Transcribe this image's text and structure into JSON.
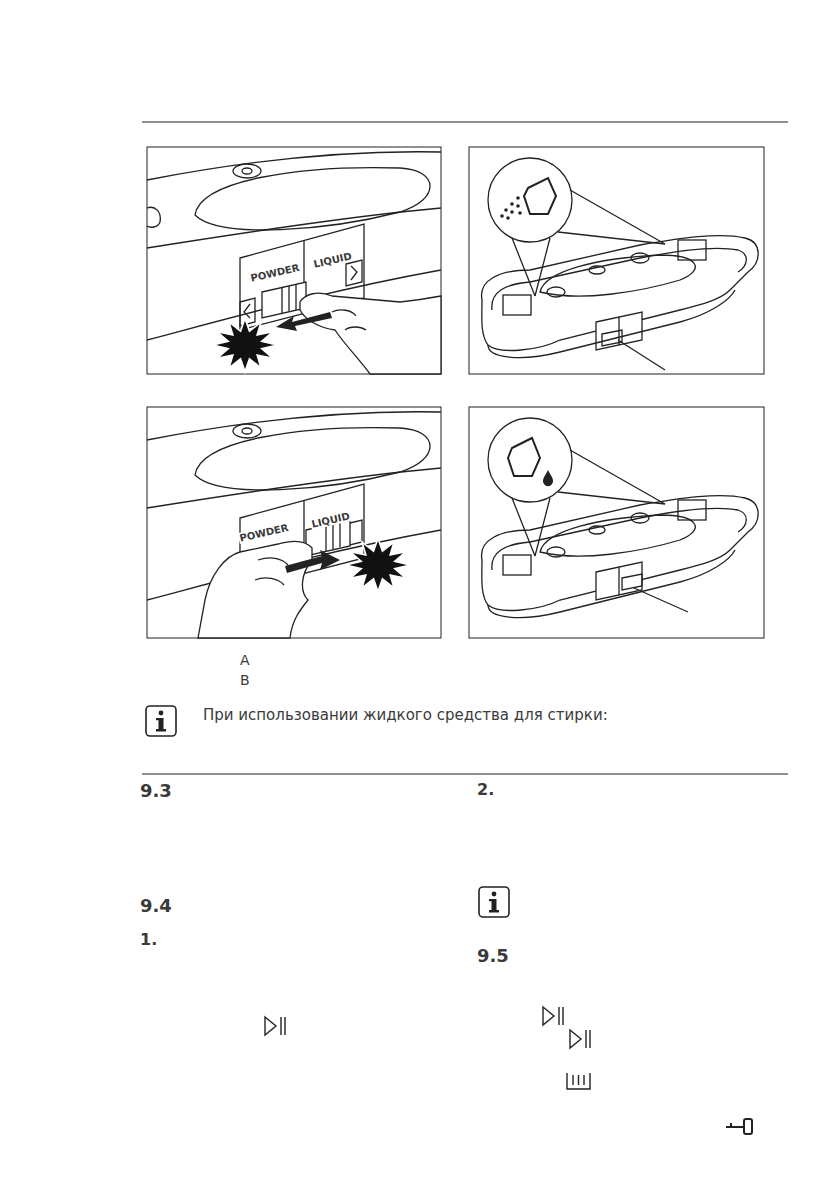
{
  "diagram": {
    "labels": [
      "POWDER",
      "LIQUID",
      "POWDER",
      "LIQUID",
      "A",
      "B",
      "При использовании жидкого средства для стирки:",
      "9.3",
      "2.",
      "9.4",
      "1.",
      "9.5"
    ]
  }
}
